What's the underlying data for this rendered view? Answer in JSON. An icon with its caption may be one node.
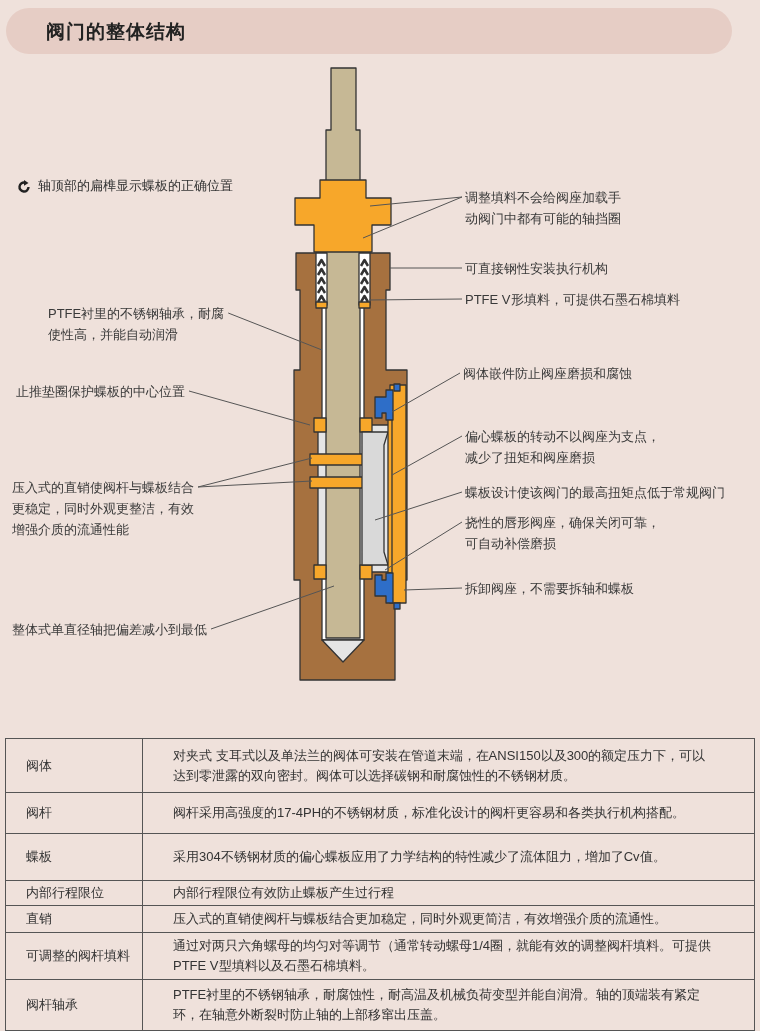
{
  "diagram": {
    "title": "阀门的整体结构",
    "nodes": [
      {
        "text": [
          "PTFE衬里的不锈钢轴承，耐腐使性高，并能自动润滑"
        ]
      },
      {
        "text": [
          "止推垫圈保护蝶板的中心位置"
        ]
      },
      {
        "text": [
          "压入式的直销使阀杆与蝶板结合更稳定，同时外观更整洁，有效增强介质的流通性能"
        ]
      },
      {
        "text": [
          "整体式单直径轴把偏差减小到最低"
        ]
      },
      {
        "text": [
          "调整填料不会给阀座加载手动阀门中都有可能的轴挡圈"
        ]
      },
      {
        "text": [
          "可直接钢性安装执行机构"
        ]
      },
      {
        "text": [
          "PTFE V形填料，可提供石墨石棉填料"
        ]
      },
      {
        "text": [
          "阀体嵌件防止阀座磨损和腐蚀"
        ]
      },
      {
        "text": [
          "偏心蝶板的转动不以阀座为支点，减少了扭矩和阀座磨损"
        ]
      },
      {
        "text": [
          "蝶板设计使该阀门的最高扭矩点低于常规阀门"
        ]
      },
      {
        "text": [
          "挠性的唇形阀座，确保关闭可靠，可自动补偿磨损"
        ]
      },
      {
        "text": [
          "拆卸阀座，不需要拆轴和蝶板"
        ]
      }
    ],
    "edges": [
      {
        "from": 0,
        "to": null,
        "arrow": "none"
      },
      {
        "from": 1,
        "to": null,
        "arrow": "none"
      },
      {
        "from": 2,
        "to": null,
        "arrow": "none"
      },
      {
        "from": 2,
        "to": null,
        "arrow": "none"
      },
      {
        "from": 3,
        "to": null,
        "arrow": "none"
      },
      {
        "from": 4,
        "to": null,
        "arrow": "none"
      },
      {
        "from": 4,
        "to": null,
        "arrow": "none"
      },
      {
        "from": 5,
        "to": null,
        "arrow": "none"
      },
      {
        "from": 6,
        "to": null,
        "arrow": "none"
      },
      {
        "from": 7,
        "to": null,
        "arrow": "none"
      },
      {
        "from": 8,
        "to": null,
        "arrow": "none"
      },
      {
        "from": 9,
        "to": null,
        "arrow": "none"
      },
      {
        "from": 10,
        "to": null,
        "arrow": "none"
      },
      {
        "from": 11,
        "to": null,
        "arrow": "none"
      }
    ],
    "labels": [
      "轴顶部的扁榫显示蝶板的正确位置",
      "阀体",
      "对夹式 支耳式以及单法兰的阀体可安装在管道末端，在ANSI150以及300的额定压力下，可以达到零泄露的双向密封。阀体可以选择碳钢和耐腐蚀性的不锈钢材质。",
      "阀杆",
      "阀杆采用高强度的17-4PH的不锈钢材质，标准化设计的阀杆更容易和各类执行机构搭配。",
      "蝶板",
      "采用304不锈钢材质的偏心蝶板应用了力学结构的特性减少了流体阻力，增加了Cv值。",
      "内部行程限位",
      "内部行程限位有效防止蝶板产生过行程",
      "直销",
      "压入式的直销使阀杆与蝶板结合更加稳定，同时外观更简洁，有效增强介质的流通性。",
      "可调整的阀杆填料",
      "通过对两只六角螺母的均匀对等调节（通常转动螺母1/4圈，就能有效的调整阀杆填料。可提供PTFE V型填料以及石墨石棉填料。",
      "阀杆轴承",
      "PTFE衬里的不锈钢轴承，耐腐蚀性，耐高温及机械负荷变型并能自润滑。轴的顶端装有紧定环，在轴意外断裂时防止轴的上部移窜出压盖。"
    ]
  }
}
